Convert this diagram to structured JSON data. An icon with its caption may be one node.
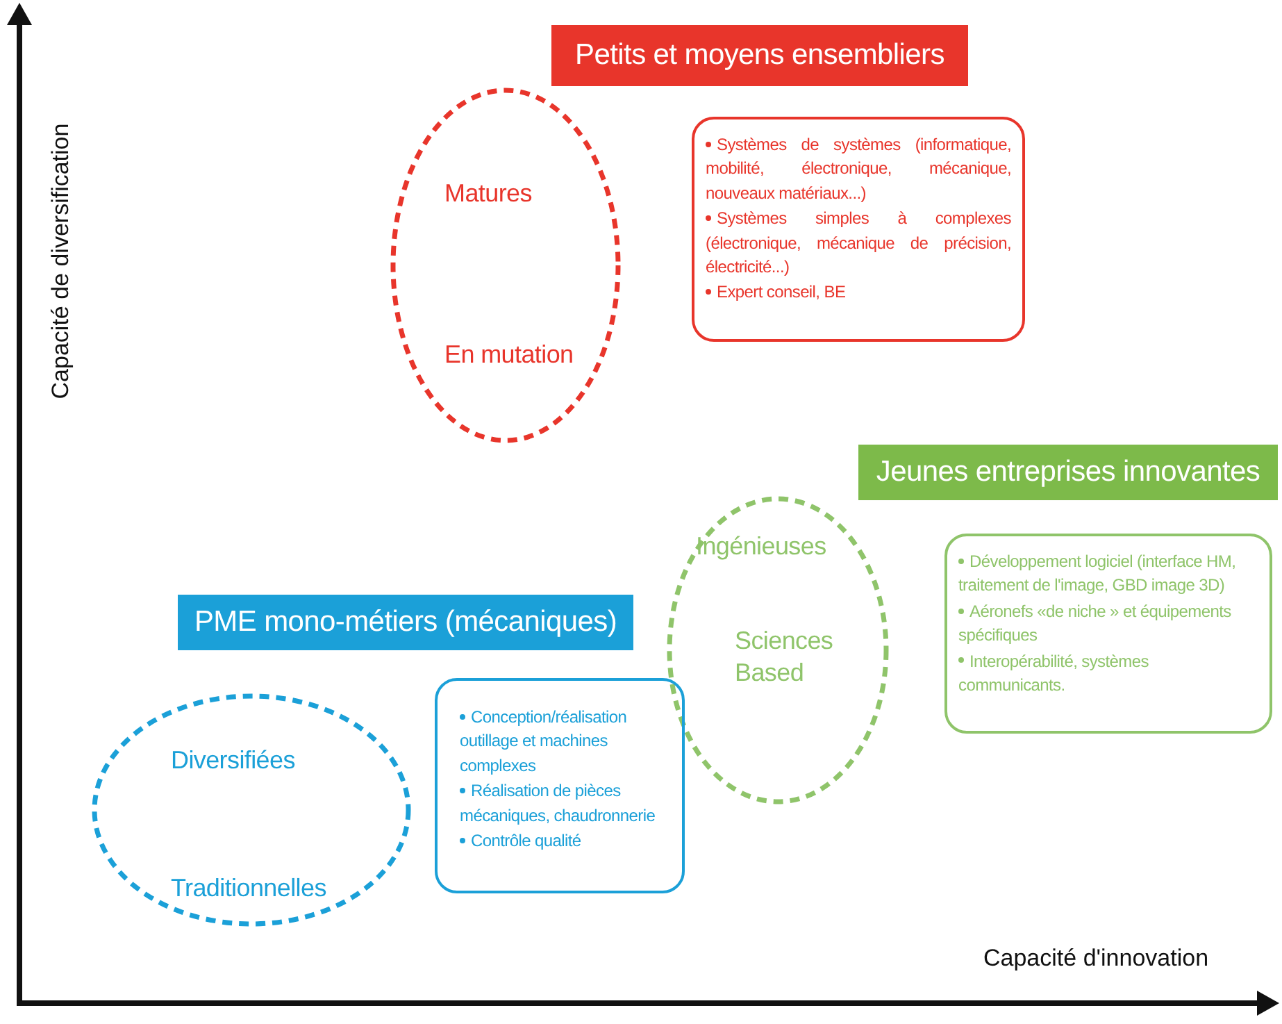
{
  "diagram": {
    "nodes": [
      {
        "text": [
          "Petits et moyens ensembliers"
        ]
      },
      {
        "text": [
          "Matures",
          "En mutation"
        ]
      },
      {
        "text": [
          "Systèmes de systèmes (informatique, mobilité, électronique, mécanique, nouveaux matériaux...)",
          "Systèmes simples à complexes (électronique, mécanique de précision, électricité...)",
          "Expert conseil, BE"
        ]
      },
      {
        "text": [
          "Jeunes entreprises innovantes"
        ]
      },
      {
        "text": [
          "Ingénieuses",
          "Sciences Based"
        ]
      },
      {
        "text": [
          "Développement logiciel (interface HM, traitement de l'image, GBD image 3D)",
          "Aéronefs «de niche » et équipements spécifiques",
          "Interopérabilité, systèmes communicants."
        ]
      },
      {
        "text": [
          "PME mono-métiers (mécaniques)"
        ]
      },
      {
        "text": [
          "Diversifiées",
          "Traditionnelles"
        ]
      },
      {
        "text": [
          "Conception/réalisation outillage et machines complexes",
          "Réalisation de pièces mécaniques, chaudronnerie",
          "Contrôle qualité"
        ]
      }
    ],
    "labels": [
      "Capacité de diversification",
      "Capacité d'innovation"
    ]
  }
}
